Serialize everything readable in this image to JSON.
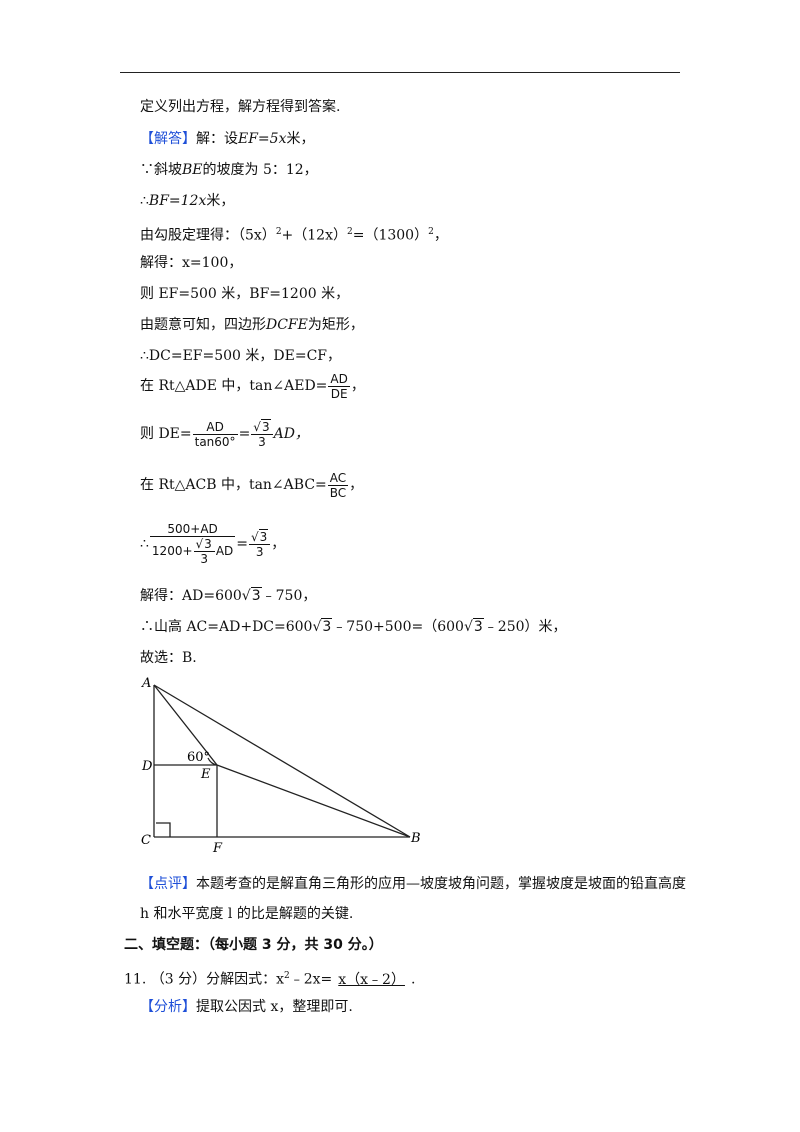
{
  "top": {
    "line1": "定义列出方程，解方程得到答案."
  },
  "answer": {
    "tag": "【解答】",
    "intro": "解：设",
    "ef_5x": "EF=5x",
    "mi": "米，",
    "because": "∵斜坡",
    "be": "BE",
    "slope_text": "的坡度为 5：12，",
    "therefore": "∴",
    "bf_12x": "BF=12x",
    "pythag": "由勾股定理得：（5x）",
    "pythag_sq": "2",
    "pythag_mid": "+（12x）",
    "pythag_eq": "=（1300）",
    "pythag_end": "，",
    "solve_x": "解得：x=100，",
    "then_line": "则 EF=500 米，BF=1200 米，",
    "rect_line_a": "由题意可知，四边形",
    "rect_dcfe": "DCFE",
    "rect_line_b": "为矩形，",
    "dc_line": "∴DC=EF=500 米，DE=CF，",
    "rt_ade_a": "在 Rt△ADE 中，tan∠AED=",
    "frac_ad": "AD",
    "frac_de": "DE",
    "comma": "，",
    "de_eq": "则 DE=",
    "tan60": "tan60°",
    "eq": "=",
    "sqrt3": "3",
    "three": "3",
    "ad_suffix": "AD，",
    "rt_acb_a": "在 Rt△ACB 中，tan∠ABC=",
    "frac_ac": "AC",
    "frac_bc": "BC",
    "big_num": "500+AD",
    "big_den_a": "1200+",
    "big_den_b": "AD",
    "solve_ad_a": "解得：AD=600",
    "solve_ad_b": "﹣750，",
    "ac_line_a": "∴山高 AC=AD+DC=600",
    "ac_line_b": "﹣750+500=（600",
    "ac_line_c": "﹣250）米，",
    "choose": "故选：B."
  },
  "figure": {
    "labels": {
      "A": "A",
      "D": "D",
      "E": "E",
      "C": "C",
      "F": "F",
      "B": "B",
      "angle": "60°"
    }
  },
  "comment": {
    "tag": "【点评】",
    "line1": "本题考查的是解直角三角形的应用—坡度坡角问题，掌握坡度是坡面的铅直高度",
    "line2": "h 和水平宽度 l 的比是解题的关键."
  },
  "section": {
    "title": "二、填空题：（每小题 3 分，共 30 分。）"
  },
  "q11": {
    "num": "11.",
    "score": "（3 分）分解因式：x",
    "sup": "2",
    "rest": "﹣2x=",
    "answer": "x（x﹣2）",
    "end": "."
  },
  "analysis": {
    "tag": "【分析】",
    "text": "提取公因式 x，整理即可."
  }
}
